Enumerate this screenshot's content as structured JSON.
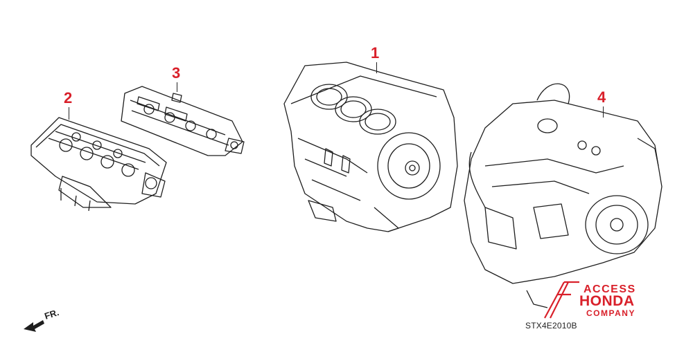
{
  "diagram": {
    "callouts": [
      {
        "id": "1",
        "label": "1"
      },
      {
        "id": "2",
        "label": "2"
      },
      {
        "id": "3",
        "label": "3"
      },
      {
        "id": "4",
        "label": "4"
      }
    ],
    "direction_label": "FR.",
    "diagram_code": "STX4E2010B",
    "logo": {
      "line1": "ACCESS",
      "line2": "HONDA",
      "line3": "COMPANY"
    },
    "colors": {
      "callout": "#d9202a",
      "line_art": "#1e1e1e",
      "background": "#ffffff"
    }
  }
}
